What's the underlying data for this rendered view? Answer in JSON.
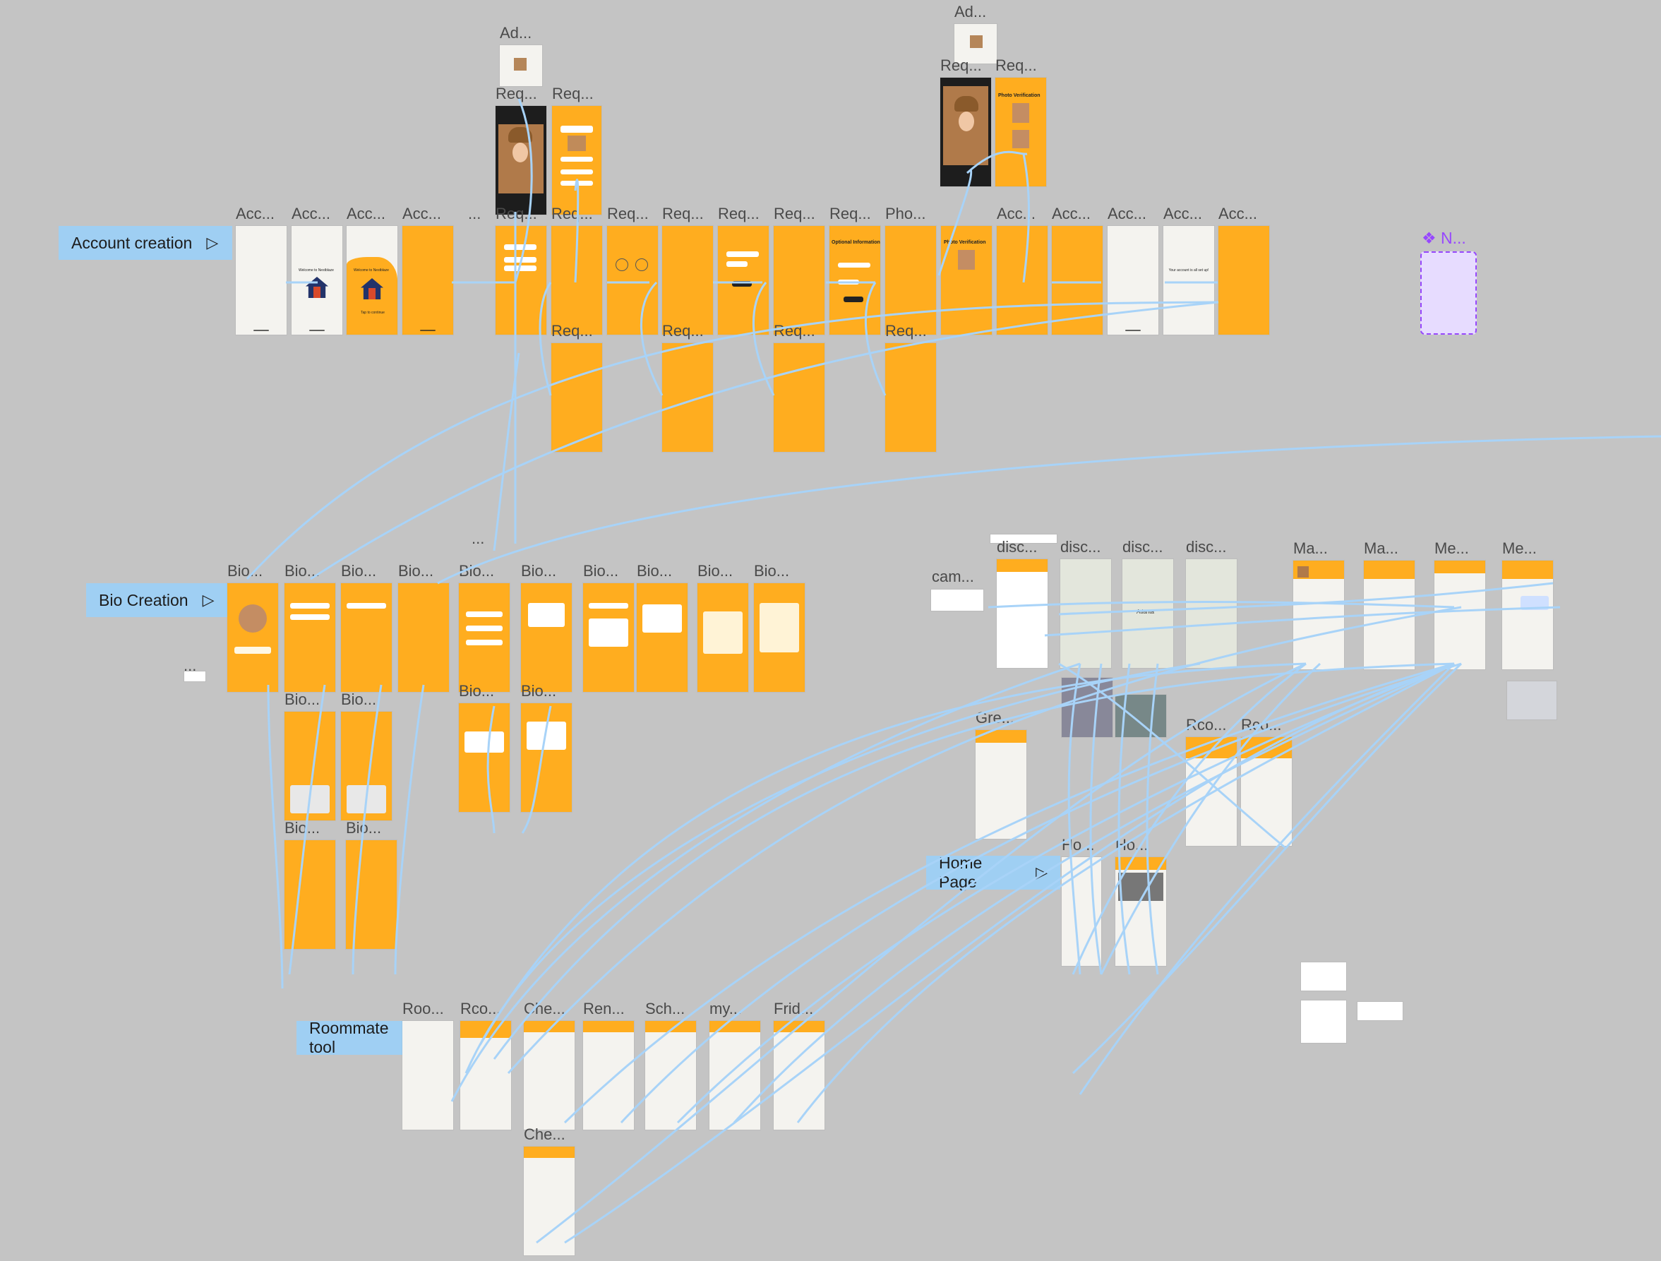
{
  "sections": {
    "account": "Account creation",
    "bio": "Bio Creation",
    "home": "Home Page",
    "roommate": "Roommate tool"
  },
  "component": "❖ N...",
  "labels": {
    "ad1": "Ad...",
    "ad2": "Ad...",
    "req_a1": "Req...",
    "req_a2": "Req...",
    "req_b1": "Req...",
    "req_b2": "Req...",
    "acc1": "Acc...",
    "acc2": "Acc...",
    "acc3": "Acc...",
    "acc4": "Acc...",
    "dots1": "...",
    "r1": "Req...",
    "r2": "Req...",
    "r3": "Req...",
    "r4": "Req...",
    "r5": "Req...",
    "r6": "Req...",
    "r7": "Req...",
    "pho": "Pho...",
    "acc5": "Acc...",
    "acc6": "Acc...",
    "acc7": "Acc...",
    "acc8": "Acc...",
    "acc9": "Acc...",
    "req_low1": "Req...",
    "req_low2": "Req...",
    "req_low3": "Req...",
    "req_low4": "Req...",
    "dots2": "...",
    "bio1": "Bio...",
    "bio2": "Bio...",
    "bio3": "Bio...",
    "bio4": "Bio...",
    "bio5": "Bio...",
    "bio6": "Bio...",
    "bio7": "Bio...",
    "bio8": "Bio...",
    "bio9": "Bio...",
    "bio10": "Bio...",
    "bio11": "Bio...",
    "bio12": "Bio...",
    "bio13": "Bio...",
    "bio14": "Bio...",
    "bio15": "Bio...",
    "bio16": "Bio...",
    "dots3": "...",
    "dots4": "...",
    "cam": "cam...",
    "disc1": "disc...",
    "disc2": "disc...",
    "disc3": "disc...",
    "disc4": "disc...",
    "ma1": "Ma...",
    "ma2": "Ma...",
    "me1": "Me...",
    "me2": "Me...",
    "gre": "Gre...",
    "rco1": "Rco...",
    "rco2": "Rco...",
    "ho1": "Ho...",
    "ho2": "Ho...",
    "roo": "Roo...",
    "rco3": "Rco...",
    "che": "Che...",
    "ren": "Ren...",
    "sch": "Sch...",
    "my": "my...",
    "frid": "Frid...",
    "chk2": "Che..."
  },
  "screen_text": {
    "welcome1": "Welcome to Nestblaze",
    "welcome2": "Welcome to Nestblaze",
    "tap": "Tap to continue",
    "photo_verif": "Photo Verification",
    "optional": "Optional Information",
    "success": "Your account is all set up!",
    "atlanta": "Atlanta"
  },
  "colors": {
    "frame": "#ffad1f",
    "frame_white": "#f4f3ef",
    "section": "#9fcff3",
    "wire": "#a8d3f8",
    "canvas": "#c4c4c4",
    "component": "#9747ff"
  }
}
